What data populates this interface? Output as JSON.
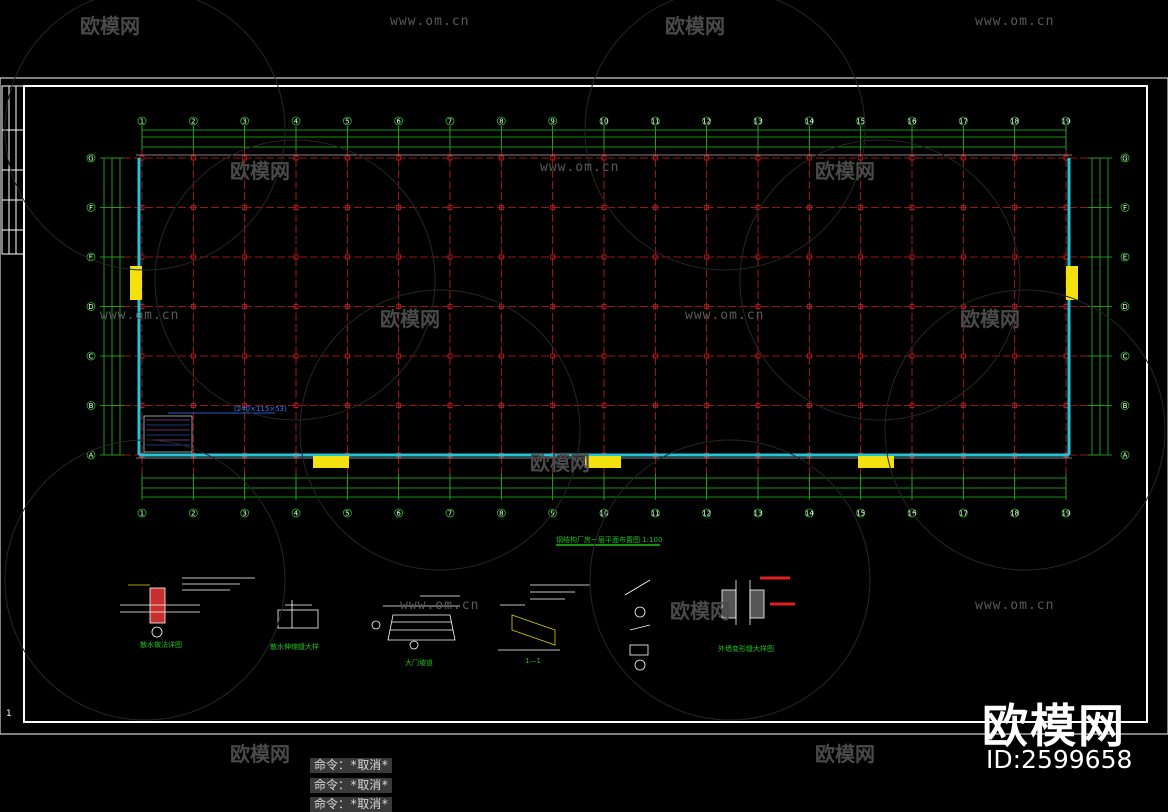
{
  "drawing": {
    "grid_numbers": [
      "1",
      "2",
      "3",
      "4",
      "5",
      "6",
      "7",
      "8",
      "9",
      "10",
      "11",
      "12",
      "13",
      "14",
      "15",
      "16",
      "17",
      "18",
      "19"
    ],
    "grid_letters": [
      "G",
      "F",
      "E",
      "D",
      "C",
      "B",
      "A"
    ],
    "plan_title": "钢结构厂房一层平面布置图 1:100",
    "callout": "(240×115×53)",
    "details": [
      {
        "label": "散水做法详图"
      },
      {
        "label": "散水伸缩缝大样"
      },
      {
        "label": "大门坡道"
      },
      {
        "label": "1—1"
      },
      {
        "label": "外墙变形缝大样图"
      }
    ],
    "sheet_marker": "1"
  },
  "command_lines": [
    "命令：*取消*",
    "命令：*取消*",
    "命令：*取消*"
  ],
  "watermark": {
    "brand": "欧模网",
    "id": "ID:2599658",
    "site": "www.om.cn",
    "logo_text": "欧模网"
  },
  "colors": {
    "background": "#000000",
    "grid_red": "#c81e1e",
    "dimension_green": "#1fbf1f",
    "wall_cyan": "#22c4d9",
    "door_yellow": "#f2e10f",
    "frame_white": "#ffffff",
    "callout_blue": "#2f7bff",
    "detail_red": "#e02020"
  }
}
